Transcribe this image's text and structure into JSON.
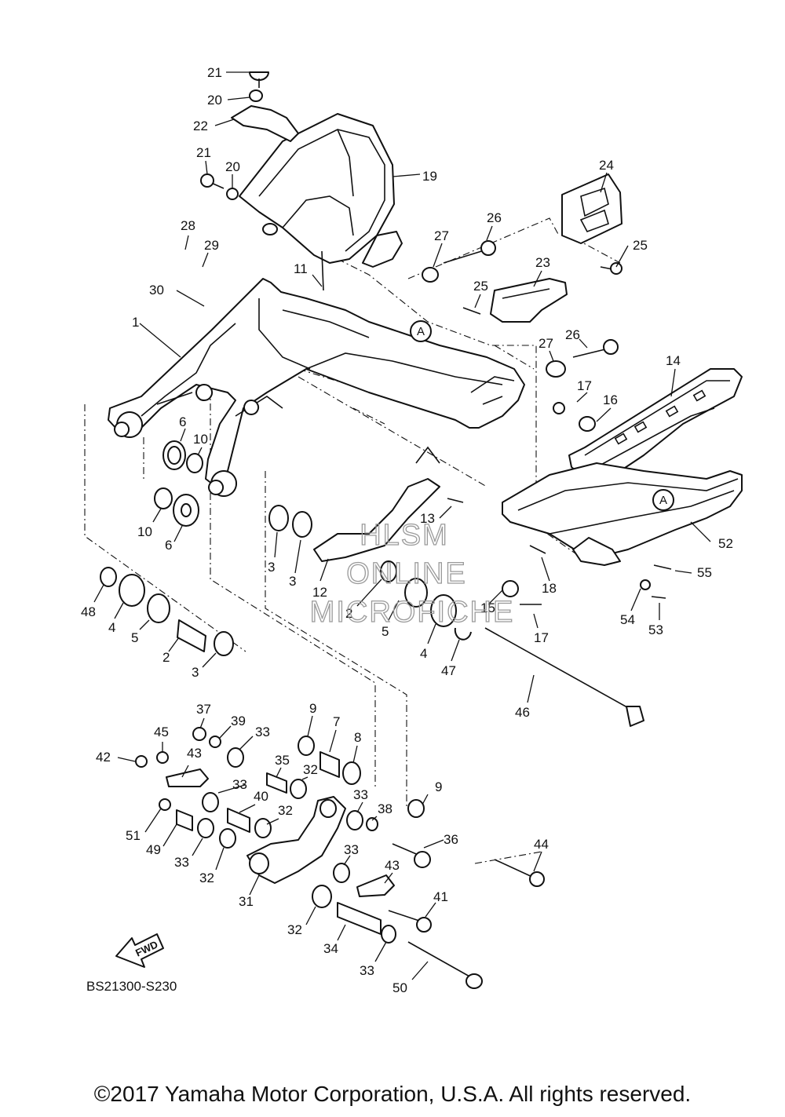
{
  "diagram": {
    "part_code": "BS21300-S230",
    "fwd_label": "FWD",
    "reference_letter": "A",
    "watermark": [
      "HLSM",
      "ONLINE",
      "MICROFICHE"
    ],
    "copyright": "©2017 Yamaha Motor Corporation, U.S.A. All rights reserved."
  },
  "part_labels": [
    {
      "id": "l21a",
      "text": "21"
    },
    {
      "id": "l20a",
      "text": "20"
    },
    {
      "id": "l22",
      "text": "22"
    },
    {
      "id": "l21b",
      "text": "21"
    },
    {
      "id": "l20b",
      "text": "20"
    },
    {
      "id": "l19",
      "text": "19"
    },
    {
      "id": "l24",
      "text": "24"
    },
    {
      "id": "l26a",
      "text": "26"
    },
    {
      "id": "l27a",
      "text": "27"
    },
    {
      "id": "l25a",
      "text": "25"
    },
    {
      "id": "l28",
      "text": "28"
    },
    {
      "id": "l29",
      "text": "29"
    },
    {
      "id": "l11",
      "text": "11"
    },
    {
      "id": "l23",
      "text": "23"
    },
    {
      "id": "l25b",
      "text": "25"
    },
    {
      "id": "l30",
      "text": "30"
    },
    {
      "id": "l1",
      "text": "1"
    },
    {
      "id": "l27b",
      "text": "27"
    },
    {
      "id": "l26b",
      "text": "26"
    },
    {
      "id": "l14",
      "text": "14"
    },
    {
      "id": "l17a",
      "text": "17"
    },
    {
      "id": "l16",
      "text": "16"
    },
    {
      "id": "l6a",
      "text": "6"
    },
    {
      "id": "l10a",
      "text": "10"
    },
    {
      "id": "l10b",
      "text": "10"
    },
    {
      "id": "l6b",
      "text": "6"
    },
    {
      "id": "l13",
      "text": "13"
    },
    {
      "id": "l52",
      "text": "52"
    },
    {
      "id": "l3a",
      "text": "3"
    },
    {
      "id": "l3b",
      "text": "3"
    },
    {
      "id": "l12",
      "text": "12"
    },
    {
      "id": "l18",
      "text": "18"
    },
    {
      "id": "l55",
      "text": "55"
    },
    {
      "id": "l48",
      "text": "48"
    },
    {
      "id": "l4a",
      "text": "4"
    },
    {
      "id": "l2a",
      "text": "2"
    },
    {
      "id": "l15",
      "text": "15"
    },
    {
      "id": "l54",
      "text": "54"
    },
    {
      "id": "l5a",
      "text": "5"
    },
    {
      "id": "l17b",
      "text": "17"
    },
    {
      "id": "l53",
      "text": "53"
    },
    {
      "id": "l5b",
      "text": "5"
    },
    {
      "id": "l2b",
      "text": "2"
    },
    {
      "id": "l4b",
      "text": "4"
    },
    {
      "id": "l3c",
      "text": "3"
    },
    {
      "id": "l47",
      "text": "47"
    },
    {
      "id": "l46",
      "text": "46"
    },
    {
      "id": "l37",
      "text": "37"
    },
    {
      "id": "l9a",
      "text": "9"
    },
    {
      "id": "l39",
      "text": "39"
    },
    {
      "id": "l33a",
      "text": "33"
    },
    {
      "id": "l7",
      "text": "7"
    },
    {
      "id": "l45",
      "text": "45"
    },
    {
      "id": "l8",
      "text": "8"
    },
    {
      "id": "l42",
      "text": "42"
    },
    {
      "id": "l43a",
      "text": "43"
    },
    {
      "id": "l35",
      "text": "35"
    },
    {
      "id": "l32a",
      "text": "32"
    },
    {
      "id": "l33b",
      "text": "33"
    },
    {
      "id": "l9b",
      "text": "9"
    },
    {
      "id": "l40",
      "text": "40"
    },
    {
      "id": "l33c",
      "text": "33"
    },
    {
      "id": "l32b",
      "text": "32"
    },
    {
      "id": "l38",
      "text": "38"
    },
    {
      "id": "l51",
      "text": "51"
    },
    {
      "id": "l36",
      "text": "36"
    },
    {
      "id": "l49",
      "text": "49"
    },
    {
      "id": "l44",
      "text": "44"
    },
    {
      "id": "l33d",
      "text": "33"
    },
    {
      "id": "l33e",
      "text": "33"
    },
    {
      "id": "l43b",
      "text": "43"
    },
    {
      "id": "l32c",
      "text": "32"
    },
    {
      "id": "l31",
      "text": "31"
    },
    {
      "id": "l41",
      "text": "41"
    },
    {
      "id": "l32d",
      "text": "32"
    },
    {
      "id": "l34",
      "text": "34"
    },
    {
      "id": "l33f",
      "text": "33"
    },
    {
      "id": "l50",
      "text": "50"
    }
  ]
}
